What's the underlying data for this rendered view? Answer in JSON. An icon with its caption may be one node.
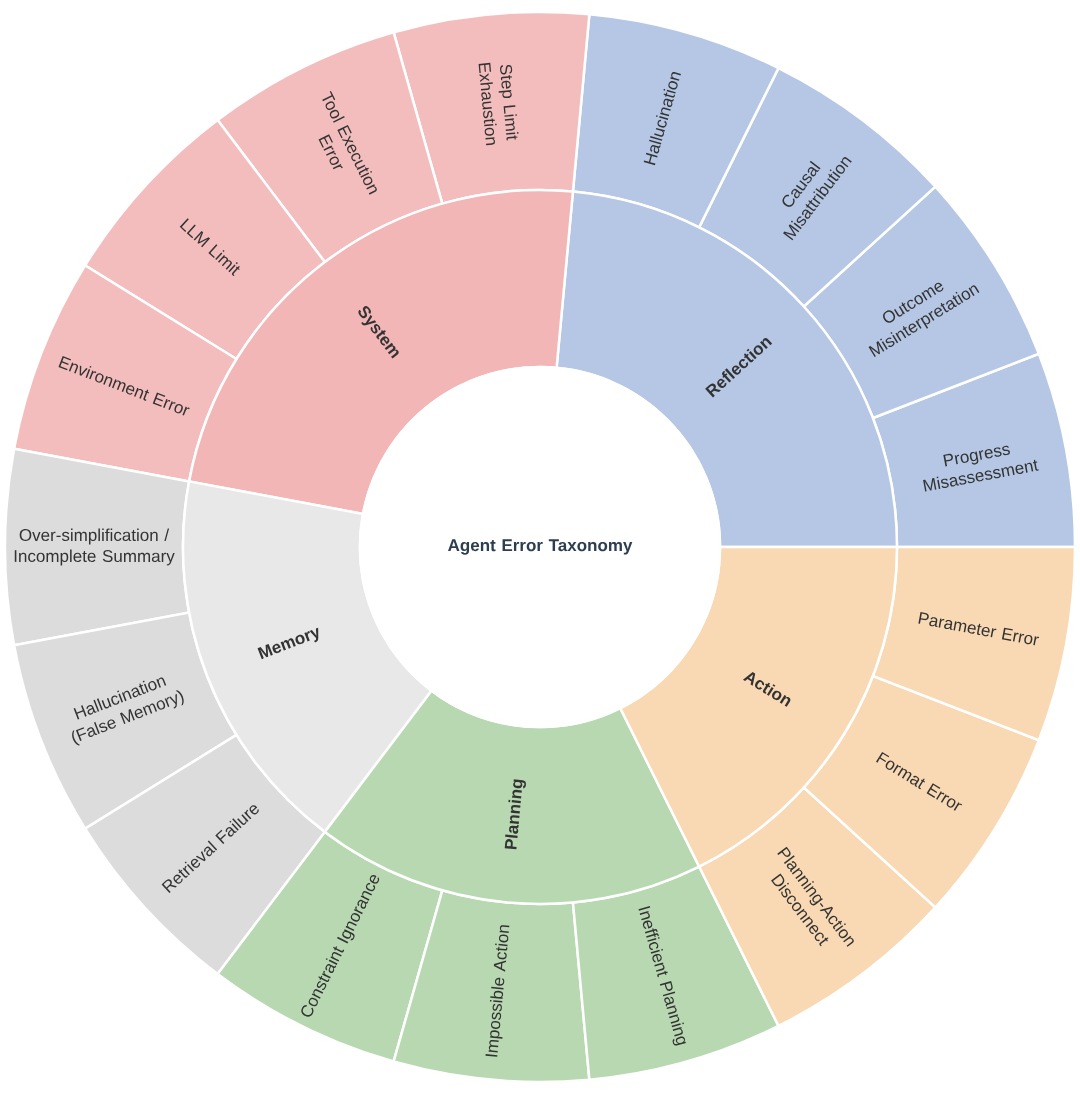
{
  "diagram": {
    "nodes": [
      {
        "text": [
          "Agent Error Taxonomy"
        ]
      },
      {
        "text": [
          "Reflection"
        ]
      },
      {
        "text": [
          "System"
        ]
      },
      {
        "text": [
          "Memory"
        ]
      },
      {
        "text": [
          "Planning"
        ]
      },
      {
        "text": [
          "Action"
        ]
      },
      {
        "text": [
          "Progress Misassessment"
        ]
      },
      {
        "text": [
          "Outcome Misinterpretation"
        ]
      },
      {
        "text": [
          "Causal Misattribution"
        ]
      },
      {
        "text": [
          "Hallucination"
        ]
      },
      {
        "text": [
          "Step Limit Exhaustion"
        ]
      },
      {
        "text": [
          "Tool Execution Error"
        ]
      },
      {
        "text": [
          "LLM Limit"
        ]
      },
      {
        "text": [
          "Environment Error"
        ]
      },
      {
        "text": [
          "Over-simplification / Incomplete Summary"
        ]
      },
      {
        "text": [
          "Hallucination (False Memory)"
        ]
      },
      {
        "text": [
          "Retrieval Failure"
        ]
      },
      {
        "text": [
          "Constraint Ignorance"
        ]
      },
      {
        "text": [
          "Impossible Action"
        ]
      },
      {
        "text": [
          "Inefficient Planning"
        ]
      },
      {
        "text": [
          "Planning-Action Disconnect"
        ]
      },
      {
        "text": [
          "Format Error"
        ]
      },
      {
        "text": [
          "Parameter Error"
        ]
      }
    ]
  }
}
